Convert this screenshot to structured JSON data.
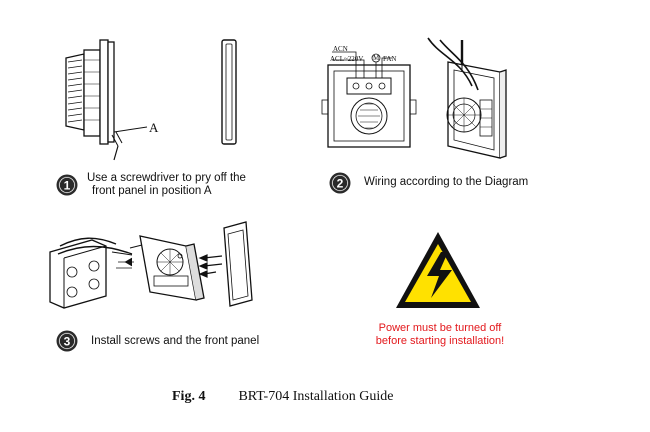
{
  "steps": [
    {
      "number": "1",
      "text_line1": "Use a screwdriver to pry off the",
      "text_line2": "front panel in position A"
    },
    {
      "number": "2",
      "text_line1": "Wiring according to the Diagram"
    },
    {
      "number": "3",
      "text_line1": "Install screws and the front panel"
    }
  ],
  "callout_label": "A",
  "wiring_labels": {
    "acn": "ACN",
    "acl": "ACL~220V",
    "motor": "M",
    "fan": "FAN"
  },
  "warning": {
    "line1": "Power must be turned off",
    "line2": "before starting installation!",
    "color": "#e3181c",
    "sign_color": "#ffe100"
  },
  "caption": {
    "figure": "Fig. 4",
    "title": "BRT-704 Installation Guide"
  }
}
